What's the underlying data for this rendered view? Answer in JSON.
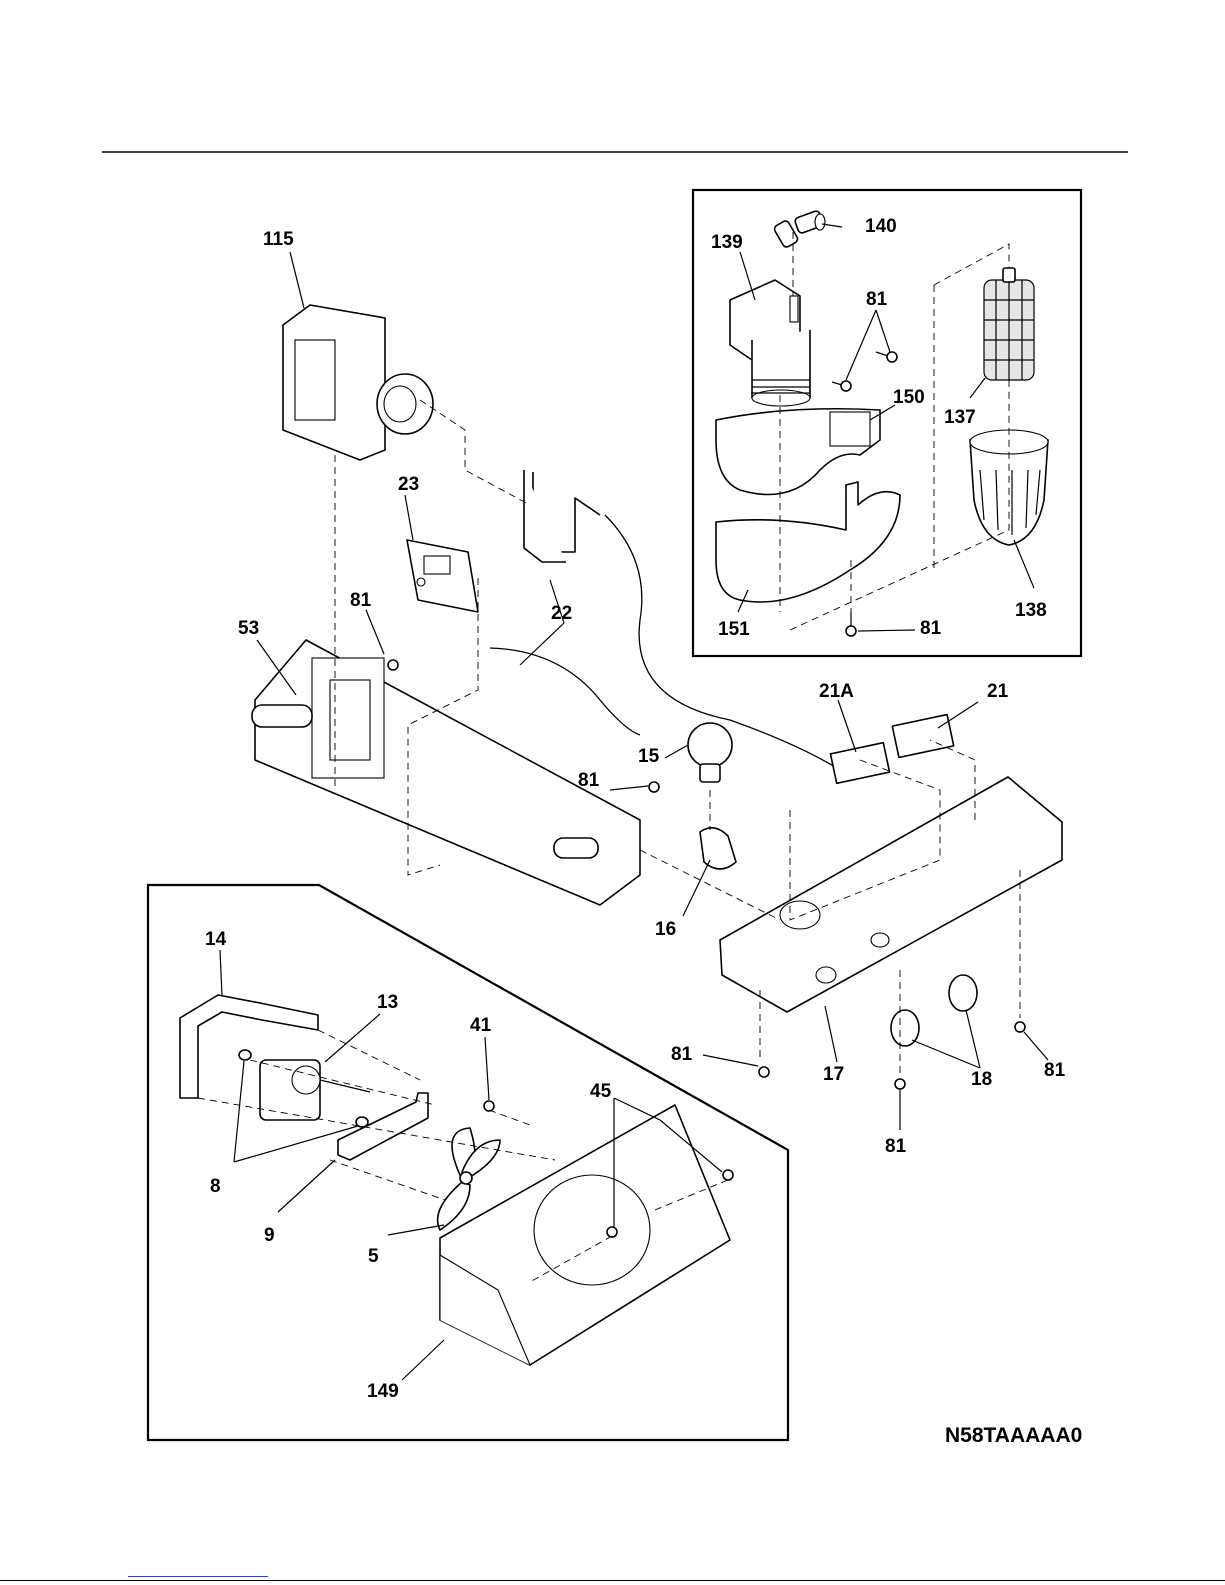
{
  "diagram": {
    "drawing_code": "N58TAAAAA0",
    "parts": [
      {
        "id": "p115",
        "label": "115"
      },
      {
        "id": "p23",
        "label": "23"
      },
      {
        "id": "p81a",
        "label": "81"
      },
      {
        "id": "p53",
        "label": "53"
      },
      {
        "id": "p22a",
        "label": "22"
      },
      {
        "id": "p15",
        "label": "15"
      },
      {
        "id": "p81b",
        "label": "81"
      },
      {
        "id": "p16",
        "label": "16"
      },
      {
        "id": "p21A",
        "label": "21A"
      },
      {
        "id": "p21",
        "label": "21"
      },
      {
        "id": "p17",
        "label": "17"
      },
      {
        "id": "p18",
        "label": "18"
      },
      {
        "id": "p81c",
        "label": "81"
      },
      {
        "id": "p81d",
        "label": "81"
      },
      {
        "id": "p81e",
        "label": "81"
      },
      {
        "id": "p14",
        "label": "14"
      },
      {
        "id": "p13",
        "label": "13"
      },
      {
        "id": "p41",
        "label": "41"
      },
      {
        "id": "p45",
        "label": "45"
      },
      {
        "id": "p8",
        "label": "8"
      },
      {
        "id": "p9",
        "label": "9"
      },
      {
        "id": "p5",
        "label": "5"
      },
      {
        "id": "p149",
        "label": "149"
      },
      {
        "id": "p139",
        "label": "139"
      },
      {
        "id": "p140",
        "label": "140"
      },
      {
        "id": "p81f",
        "label": "81"
      },
      {
        "id": "p150",
        "label": "150"
      },
      {
        "id": "p137",
        "label": "137"
      },
      {
        "id": "p151",
        "label": "151"
      },
      {
        "id": "p81g",
        "label": "81"
      },
      {
        "id": "p138",
        "label": "138"
      }
    ]
  }
}
